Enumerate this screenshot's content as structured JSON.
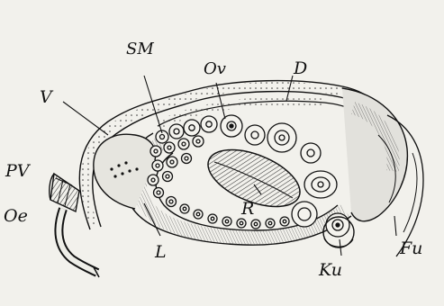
{
  "figure": {
    "labels": {
      "SM": "SM",
      "Ov": "Ov",
      "D": "D",
      "V": "V",
      "PV": "PV",
      "Oe": "Oe",
      "L": "L",
      "R": "R",
      "Ku": "Ku",
      "Fu": "Fu"
    },
    "colors": {
      "background": "#f2f1ec",
      "ink": "#111111",
      "shade": "#6d6d6d"
    }
  }
}
